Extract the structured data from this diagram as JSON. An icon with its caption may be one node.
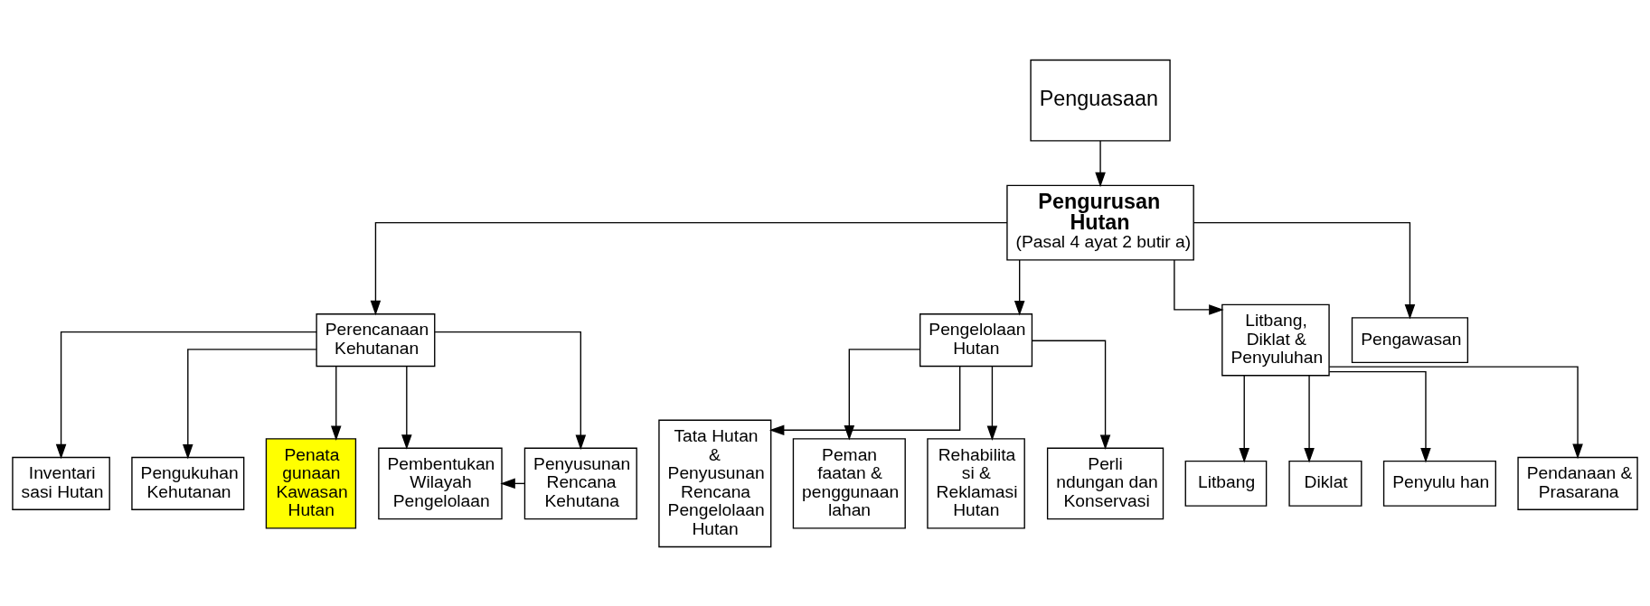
{
  "diagram": {
    "nodes": [
      {
        "text": [
          "Penguasaan"
        ]
      },
      {
        "text": [
          "Pengurusan Hutan",
          "(Pasal 4 ayat 2 butir a)"
        ]
      },
      {
        "text": [
          "Perencanaan Kehutanan"
        ]
      },
      {
        "text": [
          "Pengelolaan Hutan"
        ]
      },
      {
        "text": [
          "Litbang, Diklat & Penyuluhan"
        ]
      },
      {
        "text": [
          "Pengawasan"
        ]
      },
      {
        "text": [
          "Inventari sasi Hutan"
        ]
      },
      {
        "text": [
          "Pengukuhan Kehutanan"
        ]
      },
      {
        "text": [
          "Penata gunaan Kawasan Hutan"
        ]
      },
      {
        "text": [
          "Pembentukan Wilayah Pengelolaan"
        ]
      },
      {
        "text": [
          "Penyusunan Rencana Kehutana"
        ]
      },
      {
        "text": [
          "Tata Hutan & Penyusunan Rencana Pengelolaan Hutan"
        ]
      },
      {
        "text": [
          "Peman faatan & penggunaan lahan"
        ]
      },
      {
        "text": [
          "Rehabilita si & Reklamasi Hutan"
        ]
      },
      {
        "text": [
          "Perli ndungan dan Konservasi"
        ]
      },
      {
        "text": [
          "Litbang"
        ]
      },
      {
        "text": [
          "Diklat"
        ]
      },
      {
        "text": [
          "Penyulu han"
        ]
      },
      {
        "text": [
          "Pendanaan & Prasarana"
        ]
      }
    ],
    "edges": [
      {
        "from": 0,
        "to": 1,
        "arrow": "to"
      },
      {
        "from": 1,
        "to": 2,
        "arrow": "to"
      },
      {
        "from": 1,
        "to": 3,
        "arrow": "to"
      },
      {
        "from": 1,
        "to": 4,
        "arrow": "to"
      },
      {
        "from": 1,
        "to": 5,
        "arrow": "to"
      },
      {
        "from": 2,
        "to": 6,
        "arrow": "to"
      },
      {
        "from": 2,
        "to": 7,
        "arrow": "to"
      },
      {
        "from": 2,
        "to": 8,
        "arrow": "to"
      },
      {
        "from": 2,
        "to": 9,
        "arrow": "to"
      },
      {
        "from": 2,
        "to": 10,
        "arrow": "to"
      },
      {
        "from": 10,
        "to": 9,
        "arrow": "to"
      },
      {
        "from": 3,
        "to": 11,
        "arrow": "to"
      },
      {
        "from": 3,
        "to": 12,
        "arrow": "to"
      },
      {
        "from": 3,
        "to": 13,
        "arrow": "to"
      },
      {
        "from": 3,
        "to": 14,
        "arrow": "to"
      },
      {
        "from": 4,
        "to": 15,
        "arrow": "to"
      },
      {
        "from": 4,
        "to": 16,
        "arrow": "to"
      },
      {
        "from": 4,
        "to": 17,
        "arrow": "to"
      },
      {
        "from": 4,
        "to": 18,
        "arrow": "to"
      }
    ]
  }
}
